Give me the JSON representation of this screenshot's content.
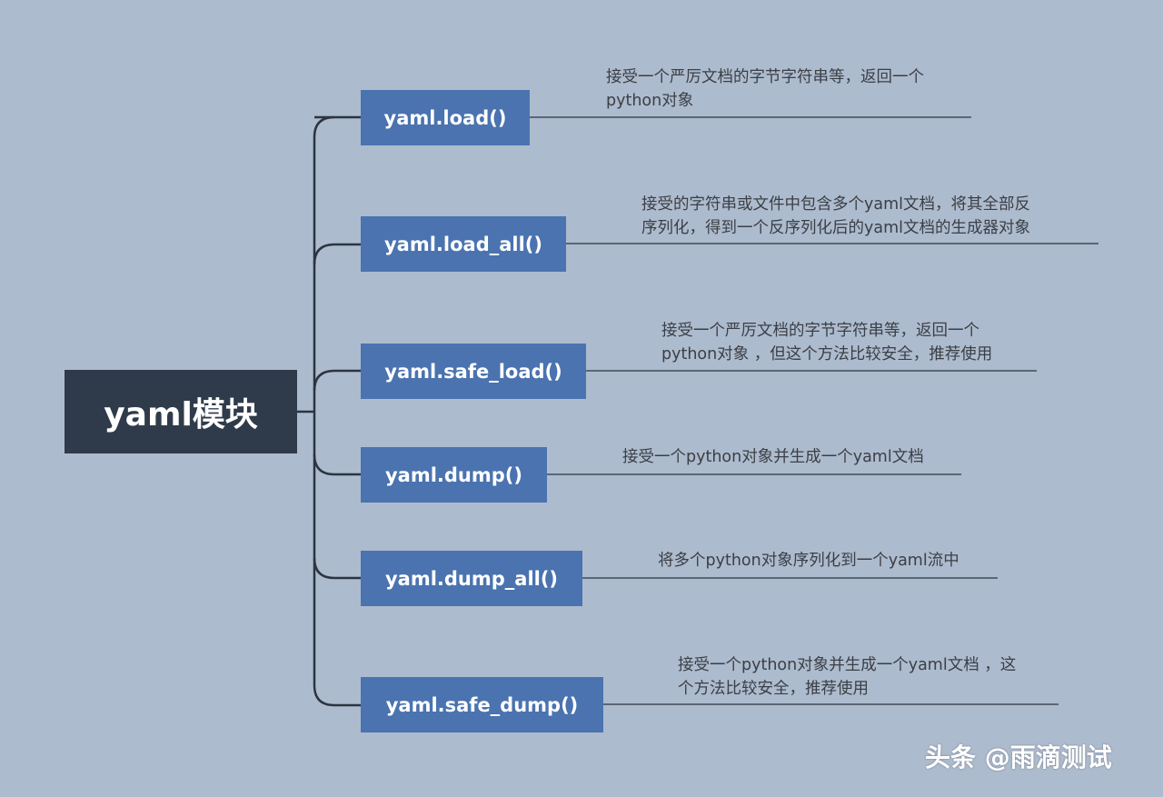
{
  "root": {
    "label": "yaml模块"
  },
  "branches": [
    {
      "label": "yaml.load()",
      "description": "接受一个严厉文档的字节字符串等，返回一个\npython对象"
    },
    {
      "label": "yaml.load_all()",
      "description": "接受的字符串或文件中包含多个yaml文档，将其全部反\n序列化，得到一个反序列化后的yaml文档的生成器对象"
    },
    {
      "label": "yaml.safe_load()",
      "description": "接受一个严厉文档的字节字符串等，返回一个\npython对象 ，但这个方法比较安全，推荐使用"
    },
    {
      "label": "yaml.dump()",
      "description": "接受一个python对象并生成一个yaml文档"
    },
    {
      "label": "yaml.dump_all()",
      "description": "将多个python对象序列化到一个yaml流中"
    },
    {
      "label": "yaml.safe_dump()",
      "description": "接受一个python对象并生成一个yaml文档 ，这\n个方法比较安全，推荐使用"
    }
  ],
  "watermark": "头条 @雨滴测试",
  "colors": {
    "background": "#adbbce",
    "root_fill": "#2f3b4b",
    "branch_fill": "#4a73b0",
    "connector": "#2c3440"
  }
}
